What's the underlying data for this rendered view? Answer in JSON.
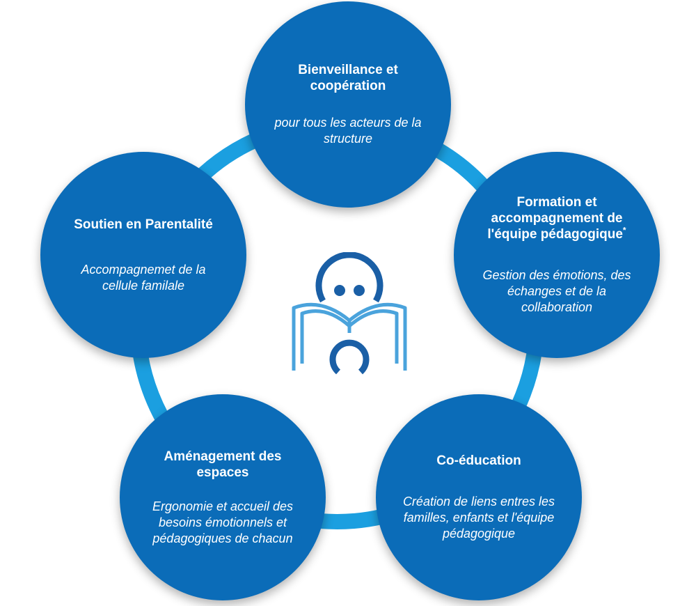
{
  "diagram": {
    "nodes": [
      {
        "id": "top",
        "title": "Bienveillance et coopération",
        "description": "pour tous les acteurs de la structure"
      },
      {
        "id": "right",
        "title": "Formation et accompagnement de l'équipe pédagogique",
        "title_mark": "*",
        "description": "Gestion des émotions, des échanges et de la collaboration"
      },
      {
        "id": "bottom-right",
        "title": "Co-éducation",
        "description": "Création de liens entres les familles, enfants et l'équipe pédagogique"
      },
      {
        "id": "bottom-left",
        "title": "Aménagement des espaces",
        "description": "Ergonomie et accueil des besoins émotionnels et pédagogiques de chacun"
      },
      {
        "id": "left",
        "title": "Soutien en Parentalité",
        "description": "Accompagnemet de la cellule familale"
      }
    ],
    "center_icon": "child-reading-book-icon",
    "colors": {
      "node_fill": "#0b6cb8",
      "ring": "#1b9fe0",
      "icon_dark": "#1a5fa6",
      "icon_light": "#4aa3dc",
      "text": "#ffffff"
    }
  }
}
